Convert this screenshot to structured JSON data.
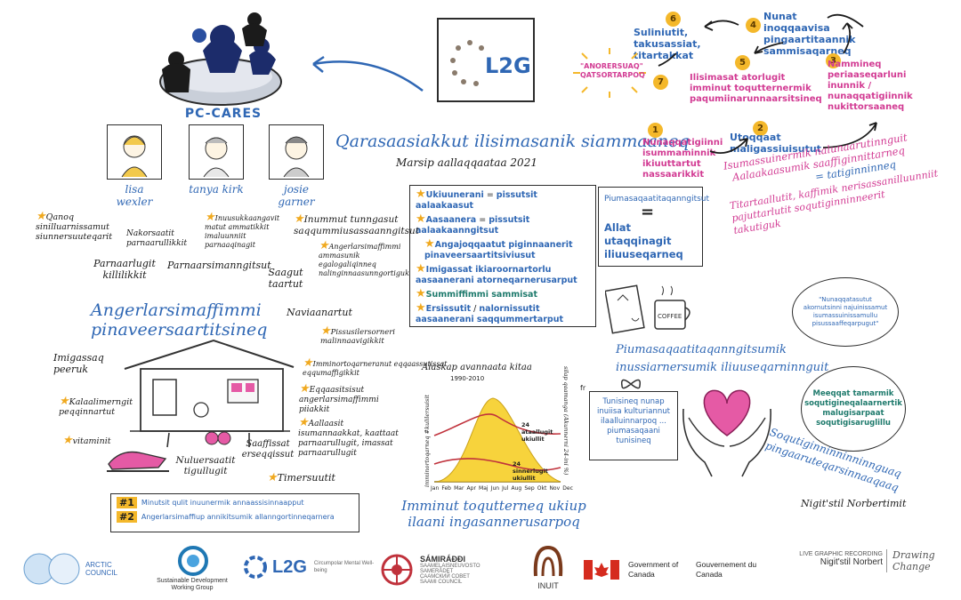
{
  "header": {
    "title": "Qarasaasiakkut ilisimasanik siammaaneq",
    "date": "Marsip aallaqqaataa 2021"
  },
  "pccares": {
    "label": "PC-CARES"
  },
  "l2g_center": {
    "label": "L2G"
  },
  "speakers": [
    {
      "name": "lisa wexler"
    },
    {
      "name": "tanya kirk"
    },
    {
      "name": "josie garner"
    }
  ],
  "cycle": {
    "steps": [
      {
        "n": "1",
        "text": "Nunaqqatigiinni isummaminnik ikiuuttartut nassaarikkit"
      },
      {
        "n": "2",
        "text": "Utoqqaat maligassiuisutut"
      },
      {
        "n": "3",
        "text": "Nammineq periaaseqarluni inunnik / nunaqqatigiinnik nukittorsaaneq"
      },
      {
        "n": "4",
        "text": "Nunat inoqqaavisa pingaartitaannik sammisaqarneq"
      },
      {
        "n": "5",
        "text": "Ilisimasat atorlugit imminut toqutternermik paqumiinarunnaarsitsineq"
      },
      {
        "n": "6",
        "text": "Suliniutit, takusassiat, titartakkat"
      },
      {
        "n": "7",
        "text": "\"ANORERSUAQ\" QATSORTARPOQ"
      }
    ]
  },
  "house_section": {
    "title": "Angerlarsimaffimmi pinaveersaartitsineq",
    "labels": {
      "qanoq": "Qanoq sinilluarnissamut siunnersuuteqarit",
      "nakorsaatit": "Nakorsaatit parnaarullikkit",
      "inuusukkaangavit": "Inuusukkaangavit matut ammatikkit imaluunniit parnaaqinagit",
      "inummut": "Inummut tunngasut saqqummiusassaanngitsut",
      "angerlarsimaffimmi_ammasunik": "Angerlarsimaffimmi ammasunik egalogaliqinneq nalinginnaasunngortiguk",
      "parnaarlugit": "Parnaarlugit killilikkit",
      "parnaarsimanngitsut": "Parnaarsimanngitsut",
      "saagut": "Saagut taartut",
      "naviaanartut": "Naviaanartut",
      "pissusilersorneri": "Pissusilersorneri malinnaavigikkit",
      "imminortoqarneranut": "Imminortoqarneranut eqqaassutissat eqqumaffigikkit",
      "eqqaasitsisut": "Eqqaasitsisut angerlarsimaffimmi piiakkit",
      "aallaasit": "Aallaasit isumannaakkat, kaattaat parnaarullugit, imassat parnaarullugit",
      "imigassaq": "Imigassaq peeruk",
      "kalaalimerngit": "Kalaalimerngit peqqinnartut",
      "vitaminit": "vitaminit",
      "saaffissat": "Saaffissat erseqqissut",
      "nuluersaatit": "Nuluersaatit tigullugit",
      "timersuutit": "Timersuutit"
    },
    "legend": [
      {
        "n": "#1",
        "text": "Minutsit qulit inuunermik annaassisinnaapput"
      },
      {
        "n": "#2",
        "text": "Angerlarsimaffiup annikitsumik allanngortinneqarnera"
      }
    ]
  },
  "list_box": {
    "items": [
      {
        "a": "Ukiuunerani",
        "b": "pissutsit aalaakaasut"
      },
      {
        "a": "Aasaanera",
        "b": "pissutsit aalaakaanngitsut"
      },
      {
        "a": "Angajoqqaatut piginnaanerit pinaveersaartitsiviusut",
        "b": ""
      },
      {
        "a": "Imigassat ikiaroornartorlu aasaanerani atorneqarnerusarput",
        "b": ""
      },
      {
        "a": "Summiffimmi sammisat",
        "b": ""
      },
      {
        "a": "Ersissutit",
        "b": "nalornissutit aasaanerani saqqummertarput"
      }
    ]
  },
  "chart": {
    "title": "Alaskap avannaata kitaa",
    "period": "1990-2010",
    "yaxis_left": "imminortoqarneq #kulilersuisit",
    "yaxis_right": "silap qaamanga (Akunnerni 24-ini %)",
    "peak_label": "24 ataallugit ukiullit",
    "low_label": "24 sinnerlugit ukiullit",
    "caption": "Imminut toqutterneq ukiup ilaani ingasannerusarpoq",
    "months": [
      "Jan",
      "Feb",
      "Mar",
      "Apr",
      "Maj",
      "Jun",
      "Jul",
      "Aug",
      "Sep",
      "Okt",
      "Nov",
      "Dec"
    ]
  },
  "right_panel": {
    "piumasaq_box": "Piumasaqaatitaqanngitsut",
    "allat_box": "Allat utaqqinagit iliuuseqarneq",
    "pink_text_lines": [
      "Isumassuinermik nalunaarutinnguit",
      "Aalaakaasumik saaffiginnittarneq",
      "= tatiginninneq",
      "Titartaallutit, kaffimik nerisassanilluunniit",
      "pajuttarlutit soqutiginninneerit",
      "takutiguk"
    ],
    "speech_top": "\"Nunaqqatasutut akornutsinni najuinissamut isumassuinissamullu pisussaaffeqarpugut\"",
    "middle_title": "Piumasaqaatitaqanngitsumik inussiarnersumik iliuuseqarninnguit",
    "tunisineq": "Tunisineq nunap inuiisa kulturiannut ilaalluinnarpoq ... piumasaqaani tunisineq",
    "speech_bottom": "Meeqqat tamarmik soqutigineqalaarnertik malugisarpaat soqutigisaruglillu",
    "circle_text": "Soqutiginninninninnguaq pingaaruteqarsinnaaqaaq",
    "fr_mark": "fr"
  },
  "signature": "Nigit'stil Norbertimit",
  "footer": {
    "arctic": "ARCTIC COUNCIL",
    "sdwg": "Sustainable Development Working Group",
    "l2g": "L2G",
    "l2g_sub": "Circumpolar Mental Well-being",
    "sami_lines": [
      "SÁMIRÁÐÐI",
      "SAAMELAISNEUVOSTO",
      "SAMERÅDET",
      "СААМСКИЙ СОВЕТ",
      "SAAMI COUNCIL"
    ],
    "inuit": "INUIT",
    "gov_en": "Government of Canada",
    "gov_fr": "Gouvernement du Canada",
    "recording": "LIVE GRAPHIC RECORDING",
    "recorder": "Nigit'stil Norbert",
    "drawing": "Drawing Change"
  },
  "colors": {
    "blue": "#2f67b4",
    "pink": "#d23b93",
    "yellow": "#f4b82b",
    "green": "#1e7a6c",
    "red": "#c0323c"
  }
}
